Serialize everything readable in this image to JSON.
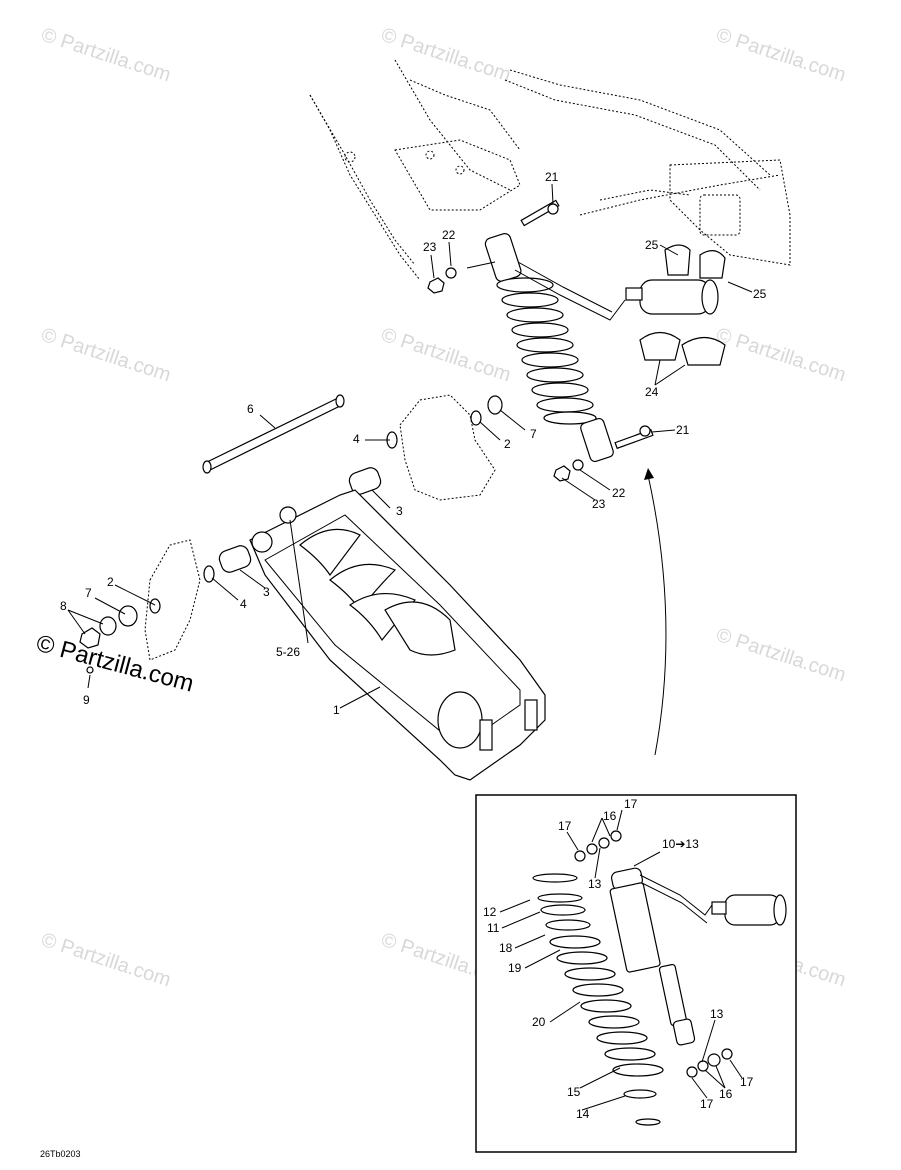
{
  "watermark": {
    "text": "© Partzilla.com",
    "overlay_text": "© Partzilla.com"
  },
  "reference_code": "26Tb0203",
  "callouts": {
    "c1": "1",
    "c2a": "2",
    "c2b": "2",
    "c3a": "3",
    "c3b": "3",
    "c4a": "4",
    "c4b": "4",
    "c526": "5-26",
    "c6": "6",
    "c7a": "7",
    "c7b": "7",
    "c8": "8",
    "c9": "9",
    "c1013": "10➔13",
    "c11": "11",
    "c12": "12",
    "c13a": "13",
    "c13b": "13",
    "c14": "14",
    "c15": "15",
    "c16a": "16",
    "c16b": "16",
    "c17a": "17",
    "c17b": "17",
    "c17c": "17",
    "c17d": "17",
    "c18": "18",
    "c19": "19",
    "c20": "20",
    "c21a": "21",
    "c21b": "21",
    "c22a": "22",
    "c22b": "22",
    "c23a": "23",
    "c23b": "23",
    "c24": "24",
    "c25a": "25",
    "c25b": "25"
  }
}
